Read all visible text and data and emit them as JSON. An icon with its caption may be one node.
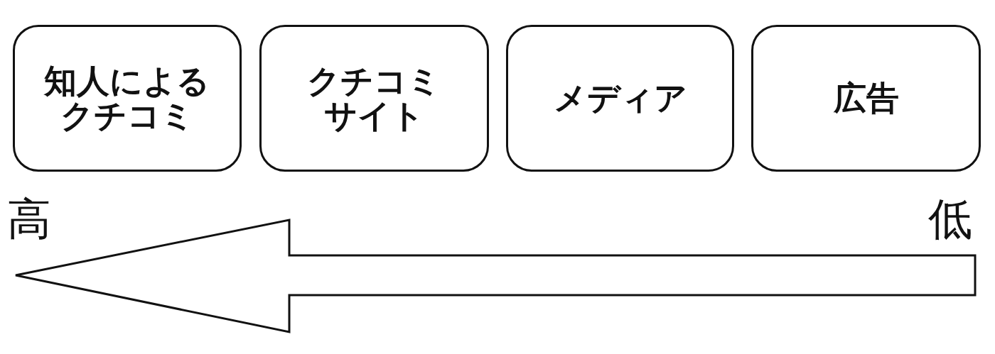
{
  "diagram": {
    "nodes": [
      {
        "text": [
          "知人によるクチコミ"
        ]
      },
      {
        "text": [
          "クチコミサイト"
        ]
      },
      {
        "text": [
          "メディア"
        ]
      },
      {
        "text": [
          "広告"
        ]
      }
    ],
    "labels": [
      "高",
      "低"
    ]
  }
}
